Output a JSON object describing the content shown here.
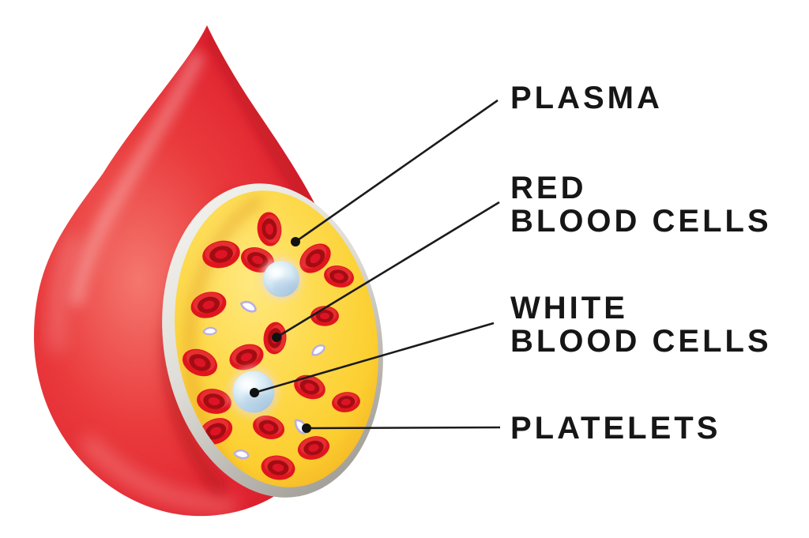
{
  "diagram": {
    "type": "blood-drop-composition",
    "labels": [
      {
        "id": "plasma",
        "lines": [
          "PLASMA"
        ]
      },
      {
        "id": "red-blood-cells",
        "lines": [
          "RED",
          "BLOOD CELLS"
        ]
      },
      {
        "id": "white-blood-cells",
        "lines": [
          "WHITE",
          "BLOOD CELLS"
        ]
      },
      {
        "id": "platelets",
        "lines": [
          "PLATELETS"
        ]
      }
    ],
    "colors": {
      "background": "#ffffff",
      "drop_red": "#e02330",
      "drop_highlight": "#f4776e",
      "drop_shadow": "#c6141f",
      "rim_silver": "#dddbd5",
      "plasma_yellow": "#fcd23a",
      "plasma_edge_orange": "#efa51d",
      "rbc_red": "#e0151e",
      "rbc_ring_dark": "#a30c12",
      "wbc_blue": "#cfe4f0",
      "platelet_lavender": "#b7aee6",
      "leader_line": "#1b1b1b",
      "label_text": "#161616"
    }
  }
}
